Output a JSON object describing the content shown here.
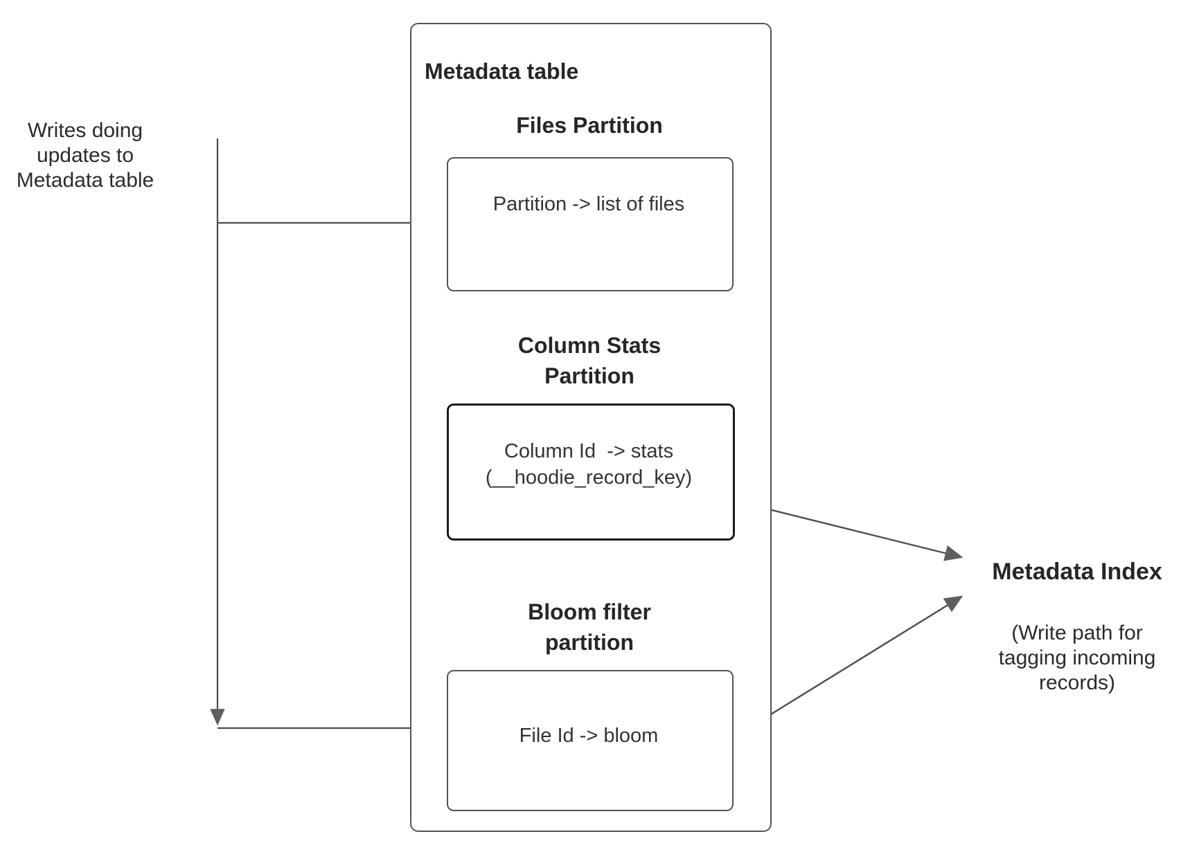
{
  "colors": {
    "box_border": "#545454",
    "stats_box_border": "#1a1a1a",
    "connector_line": "#4d4d4d",
    "arrowhead": "#5e5e5e",
    "text": "#262626",
    "background": "#ffffff"
  },
  "left_note": "Writes doing\nupdates to\nMetadata table",
  "metadata_table": {
    "title": "Metadata table",
    "files_partition": {
      "heading": "Files Partition",
      "mapping": "Partition -> list of files"
    },
    "column_stats_partition": {
      "heading": "Column Stats\nPartition",
      "mapping": "Column Id  -> stats\n(__hoodie_record_key)"
    },
    "bloom_filter_partition": {
      "heading": "Bloom filter\npartition",
      "mapping": "File Id -> bloom"
    }
  },
  "metadata_index": {
    "title": "Metadata Index",
    "note": "(Write path for\ntagging incoming\nrecords)"
  }
}
